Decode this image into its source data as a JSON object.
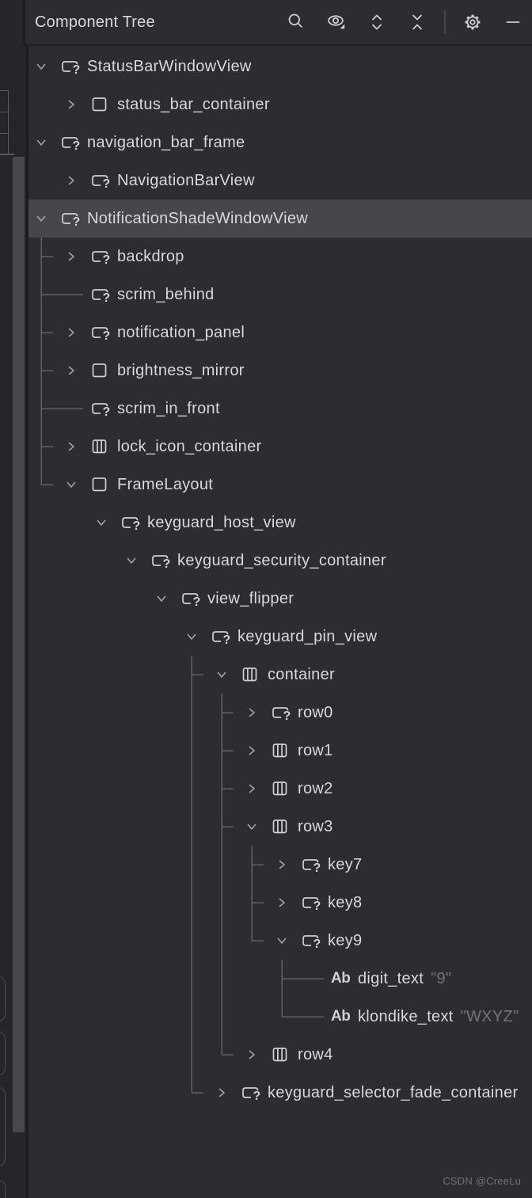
{
  "header": {
    "title": "Component Tree",
    "icons": [
      {
        "name": "search-icon"
      },
      {
        "name": "visibility-icon",
        "has_dropdown": true
      },
      {
        "name": "expand-all-icon"
      },
      {
        "name": "collapse-all-icon"
      },
      {
        "name": "settings-icon"
      },
      {
        "name": "hide-icon"
      }
    ]
  },
  "tree": {
    "rows": [
      {
        "label": "StatusBarWindowView",
        "depth": 0,
        "icon": "viewgroup",
        "chevron": "expanded"
      },
      {
        "label": "status_bar_container",
        "depth": 1,
        "icon": "view",
        "chevron": "collapsed"
      },
      {
        "label": "navigation_bar_frame",
        "depth": 0,
        "icon": "viewgroup",
        "chevron": "expanded"
      },
      {
        "label": "NavigationBarView",
        "depth": 1,
        "icon": "viewgroup",
        "chevron": "collapsed"
      },
      {
        "label": "NotificationShadeWindowView",
        "depth": 0,
        "icon": "viewgroup",
        "chevron": "expanded",
        "selected": true
      },
      {
        "label": "backdrop",
        "depth": 1,
        "icon": "viewgroup",
        "chevron": "collapsed"
      },
      {
        "label": "scrim_behind",
        "depth": 1,
        "icon": "viewgroup",
        "chevron": "none"
      },
      {
        "label": "notification_panel",
        "depth": 1,
        "icon": "viewgroup",
        "chevron": "collapsed"
      },
      {
        "label": "brightness_mirror",
        "depth": 1,
        "icon": "view",
        "chevron": "collapsed"
      },
      {
        "label": "scrim_in_front",
        "depth": 1,
        "icon": "viewgroup",
        "chevron": "none"
      },
      {
        "label": "lock_icon_container",
        "depth": 1,
        "icon": "linear",
        "chevron": "collapsed"
      },
      {
        "label": "FrameLayout",
        "depth": 1,
        "icon": "view",
        "chevron": "expanded"
      },
      {
        "label": "keyguard_host_view",
        "depth": 2,
        "icon": "viewgroup",
        "chevron": "expanded"
      },
      {
        "label": "keyguard_security_container",
        "depth": 3,
        "icon": "viewgroup",
        "chevron": "expanded"
      },
      {
        "label": "view_flipper",
        "depth": 4,
        "icon": "viewgroup",
        "chevron": "expanded"
      },
      {
        "label": "keyguard_pin_view",
        "depth": 5,
        "icon": "viewgroup",
        "chevron": "expanded"
      },
      {
        "label": "container",
        "depth": 6,
        "icon": "linear",
        "chevron": "expanded"
      },
      {
        "label": "row0",
        "depth": 7,
        "icon": "viewgroup",
        "chevron": "collapsed"
      },
      {
        "label": "row1",
        "depth": 7,
        "icon": "linear",
        "chevron": "collapsed"
      },
      {
        "label": "row2",
        "depth": 7,
        "icon": "linear",
        "chevron": "collapsed"
      },
      {
        "label": "row3",
        "depth": 7,
        "icon": "linear",
        "chevron": "expanded"
      },
      {
        "label": "key7",
        "depth": 8,
        "icon": "viewgroup",
        "chevron": "collapsed"
      },
      {
        "label": "key8",
        "depth": 8,
        "icon": "viewgroup",
        "chevron": "collapsed"
      },
      {
        "label": "key9",
        "depth": 8,
        "icon": "viewgroup",
        "chevron": "expanded"
      },
      {
        "label": "digit_text",
        "depth": 9,
        "icon": "text",
        "chevron": "none",
        "value": "\"9\""
      },
      {
        "label": "klondike_text",
        "depth": 9,
        "icon": "text",
        "chevron": "none",
        "value": "\"WXYZ\""
      },
      {
        "label": "row4",
        "depth": 7,
        "icon": "linear",
        "chevron": "collapsed"
      },
      {
        "label": "keyguard_selector_fade_container",
        "depth": 6,
        "icon": "viewgroup",
        "chevron": "collapsed"
      }
    ],
    "guide_groups": [
      {
        "parent_row": 4,
        "parent_depth": 0,
        "children": [
          {
            "row": 5
          },
          {
            "row": 6,
            "leaf": true
          },
          {
            "row": 7
          },
          {
            "row": 8
          },
          {
            "row": 9,
            "leaf": true
          },
          {
            "row": 10
          },
          {
            "row": 11
          }
        ]
      },
      {
        "parent_row": 15,
        "parent_depth": 5,
        "children": [
          {
            "row": 16
          },
          {
            "row": 27
          }
        ]
      },
      {
        "parent_row": 16,
        "parent_depth": 6,
        "children": [
          {
            "row": 17
          },
          {
            "row": 18
          },
          {
            "row": 19
          },
          {
            "row": 20
          },
          {
            "row": 26
          }
        ]
      },
      {
        "parent_row": 20,
        "parent_depth": 7,
        "children": [
          {
            "row": 21
          },
          {
            "row": 22
          },
          {
            "row": 23
          }
        ]
      },
      {
        "parent_row": 23,
        "parent_depth": 8,
        "children": [
          {
            "row": 24,
            "leaf": true
          },
          {
            "row": 25,
            "leaf": true
          }
        ]
      }
    ]
  },
  "watermark": "CSDN @CreeLu",
  "colors": {
    "panel_bg": "#2b2d30",
    "selection_bg": "#45474c",
    "text": "#d5d8dd",
    "value_text": "#70747b",
    "guide_line": "#5f6267",
    "icon_stroke": "#cdd1d6",
    "chevron": "#9ba0a7",
    "header_icon": "#ccd0d5",
    "header_border": "#1e1f22",
    "strip_bg": "#242629",
    "scrollbar_thumb": "#47494d",
    "watermark_text": "#6f7277"
  }
}
